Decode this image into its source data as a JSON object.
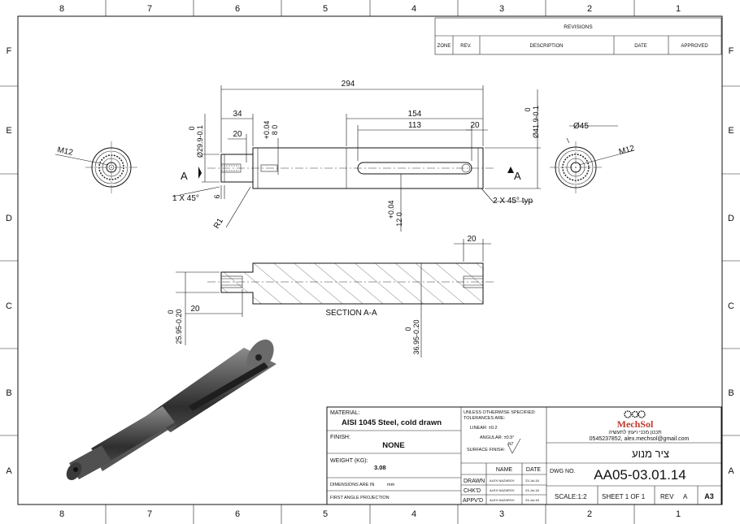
{
  "zones": {
    "cols": [
      "8",
      "7",
      "6",
      "5",
      "4",
      "3",
      "2",
      "1"
    ],
    "rows": [
      "F",
      "E",
      "D",
      "C",
      "B",
      "A"
    ]
  },
  "revisions": {
    "title": "REVISIONS",
    "headers": [
      "ZONE",
      "REV.",
      "DESCRIPTION",
      "DATE",
      "APPROVED"
    ]
  },
  "front_view": {
    "thread_label": "M12",
    "section_label": "A",
    "dims": {
      "overall": "294",
      "d34": "34",
      "d20_left": "20",
      "d154": "154",
      "d113": "113",
      "d20_right": "20",
      "d6": "6",
      "key_depth_top": "+0.04",
      "key_depth_bottom": "8 0",
      "dia_left_top": "0",
      "dia_left": "Ø29.9-0.1",
      "dia_right_top": "0",
      "dia_right": "Ø41.9-0.1",
      "key_width_top": "+0.04",
      "key_width_bottom": "12 0",
      "chamfer_left": "1 X 45°",
      "radius": "R1",
      "chamfer_right": "2 X 45° typ"
    }
  },
  "right_view": {
    "dia": "Ø45",
    "thread_label": "M12"
  },
  "section_view": {
    "title": "SECTION A-A",
    "dim_top": "20",
    "dim_left": "20",
    "dia_small_top": "0",
    "dia_small": "25.95-0.20",
    "dia_big_top": "0",
    "dia_big": "36.95-0.20"
  },
  "title_block": {
    "material_label": "MATERIAL:",
    "material_value": "AISI 1045 Steel, cold drawn",
    "finish_label": "FINISH:",
    "finish_value": "NONE",
    "weight_label": "WEIGHT (KG):",
    "weight_value": "3.08",
    "dims_in": "DIMENSIONS ARE IN",
    "dims_unit": "mm",
    "projection": "FIRST ANGLE PROJECTION",
    "tol_title_1": "UNLESS OTHERWISE SPECIFIED:",
    "tol_title_2": "TOLERANCES ARE:",
    "linear": "LINEAR: ±0.2",
    "angular": "ANGULAR: ±0.5°",
    "surface": "SURFACE FINISH:",
    "surface_symbol": "N7",
    "name_header": "NAME",
    "date_header": "DATE",
    "rows": [
      {
        "role": "DRAWN",
        "name": "ALEX NAZAROV",
        "date": "23-Jul-18"
      },
      {
        "role": "CHK'D",
        "name": "ALEX NAZAROV",
        "date": "23-Jul-18"
      },
      {
        "role": "APPV'D",
        "name": "ALEX NAZAROV",
        "date": "23-Jul-18"
      }
    ],
    "company": "MechSol",
    "company_sub": "תכנון מכני ויעוץ לתעשיה",
    "contact": "0545237852, alex.mechsol@gmail.com",
    "drawing_title": "ציר מנוע",
    "dwg_label": "DWG NO.",
    "dwg_no": "AA05-03.01.14",
    "scale": "SCALE:1:2",
    "sheet": "SHEET 1 OF 1",
    "rev_label": "REV",
    "rev_value": "A",
    "size": "A3"
  },
  "colors": {
    "line": "#111111",
    "brand_red": "#c0392b",
    "shaft_dark": "#3a3a3a",
    "shaft_light": "#9a9a9a"
  }
}
